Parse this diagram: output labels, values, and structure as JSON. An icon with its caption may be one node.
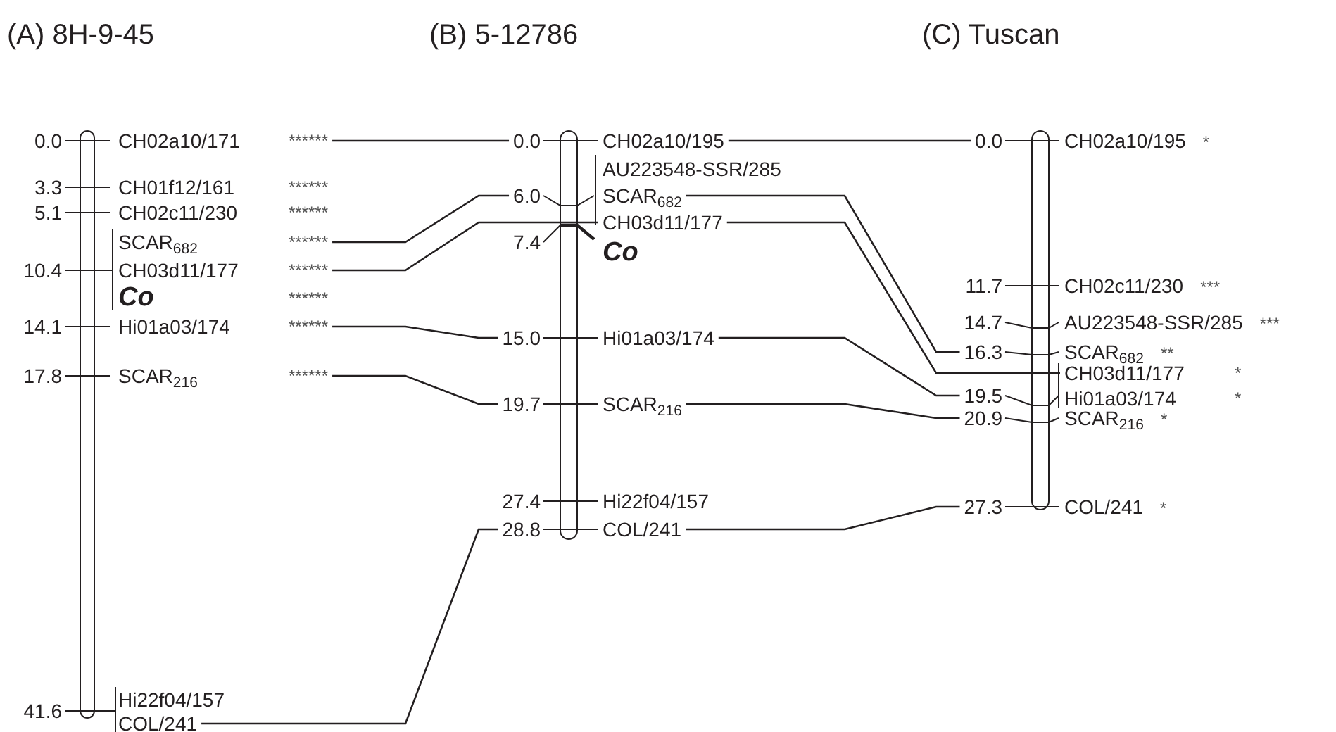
{
  "diagram": {
    "nodes": [
      {
        "text": [
          "CH02a10/171"
        ],
        "beside": [
          "0.0",
          "******"
        ]
      },
      {
        "text": [
          "CH01f12/161"
        ],
        "beside": [
          "3.3",
          "******"
        ]
      },
      {
        "text": [
          "CH02c11/230"
        ],
        "beside": [
          "5.1",
          "******"
        ]
      },
      {
        "text": [
          "SCAR$_{682}$"
        ],
        "beside": [
          "******"
        ]
      },
      {
        "text": [
          "CH03d11/177"
        ],
        "beside": [
          "10.4",
          "******"
        ]
      },
      {
        "text": [
          "Co"
        ],
        "beside": [
          "******"
        ]
      },
      {
        "text": [
          "Hi01a03/174"
        ],
        "beside": [
          "14.1",
          "******"
        ]
      },
      {
        "text": [
          "SCAR$_{216}$"
        ],
        "beside": [
          "17.8",
          "******"
        ]
      },
      {
        "text": [
          "Hi22f04/157"
        ]
      },
      {
        "text": [
          "COL/241"
        ],
        "beside": [
          "41.6"
        ]
      },
      {
        "text": [
          "CH02a10/195"
        ],
        "beside": [
          "0.0"
        ]
      },
      {
        "text": [
          "AU223548-SSR/285"
        ]
      },
      {
        "text": [
          "SCAR$_{682}$"
        ],
        "beside": [
          "6.0"
        ]
      },
      {
        "text": [
          "CH03d11/177"
        ]
      },
      {
        "text": [
          "Co"
        ]
      },
      {
        "text": [
          "Hi01a03/174"
        ],
        "beside": [
          "15.0"
        ]
      },
      {
        "text": [
          "SCAR$_{216}$"
        ],
        "beside": [
          "19.7"
        ]
      },
      {
        "text": [
          "Hi22f04/157"
        ],
        "beside": [
          "27.4"
        ]
      },
      {
        "text": [
          "COL/241"
        ],
        "beside": [
          "28.8"
        ]
      },
      {
        "text": [
          "CH02a10/195"
        ],
        "beside": [
          "0.0",
          "*"
        ]
      },
      {
        "text": [
          "CH02c11/230"
        ],
        "beside": [
          "11.7",
          "***"
        ]
      },
      {
        "text": [
          "AU223548-SSR/285"
        ],
        "beside": [
          "14.7",
          "***"
        ]
      },
      {
        "text": [
          "SCAR$_{682}$"
        ],
        "beside": [
          "16.3",
          "**"
        ]
      },
      {
        "text": [
          "CH03d11/177"
        ],
        "beside": [
          "*"
        ]
      },
      {
        "text": [
          "Hi01a03/174"
        ],
        "beside": [
          "19.5",
          "*"
        ]
      },
      {
        "text": [
          "SCAR$_{216}$"
        ],
        "beside": [
          "20.9",
          "*"
        ]
      },
      {
        "text": [
          "COL/241"
        ],
        "beside": [
          "27.3",
          "*"
        ]
      }
    ],
    "edges": [
      {
        "from": 0,
        "to": 10,
        "arrow": "none"
      },
      {
        "from": 3,
        "to": 12,
        "arrow": "none"
      },
      {
        "from": 4,
        "to": 13,
        "arrow": "none"
      },
      {
        "from": 6,
        "to": 15,
        "arrow": "none"
      },
      {
        "from": 7,
        "to": 16,
        "arrow": "none"
      },
      {
        "from": 9,
        "to": 18,
        "arrow": "none"
      },
      {
        "from": 10,
        "to": 19,
        "arrow": "none"
      },
      {
        "from": 12,
        "to": 22,
        "arrow": "none"
      },
      {
        "from": 13,
        "to": 23,
        "arrow": "none"
      },
      {
        "from": 15,
        "to": 24,
        "arrow": "none"
      },
      {
        "from": 16,
        "to": 25,
        "arrow": "none"
      },
      {
        "from": 18,
        "to": 26,
        "arrow": "none"
      }
    ],
    "labels": [
      "(A) 8H-9-45",
      "(B) 5-12786",
      "(C) Tuscan",
      "7.4"
    ]
  }
}
